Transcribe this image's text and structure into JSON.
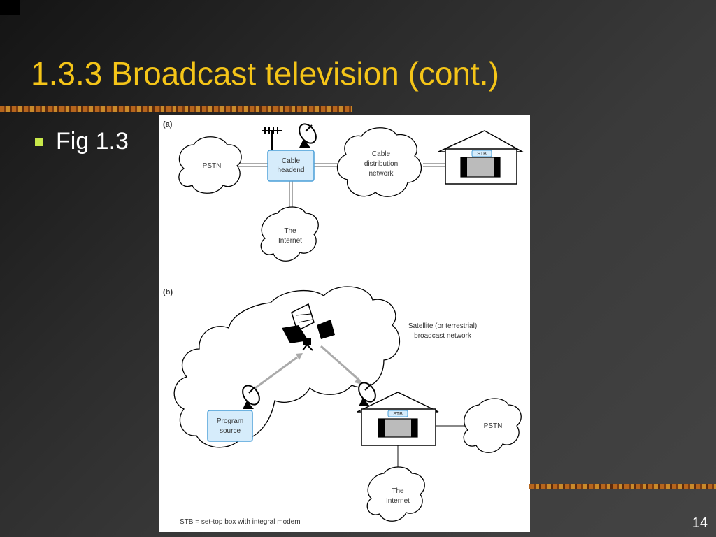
{
  "slide": {
    "title": "1.3.3 Broadcast television (cont.)",
    "bullet": "Fig 1.3",
    "page_number": "14"
  },
  "figure": {
    "part_a": {
      "label": "(a)",
      "pstn": "PSTN",
      "headend_line1": "Cable",
      "headend_line2": "headend",
      "cable_line1": "Cable",
      "cable_line2": "distribution",
      "cable_line3": "network",
      "stb": "STB",
      "internet_line1": "The",
      "internet_line2": "Internet"
    },
    "part_b": {
      "label": "(b)",
      "network_line1": "Satellite (or terrestrial)",
      "network_line2": "broadcast network",
      "program_line1": "Program",
      "program_line2": "source",
      "stb": "STB",
      "pstn": "PSTN",
      "internet_line1": "The",
      "internet_line2": "Internet"
    },
    "caption": "STB = set-top box with integral modem"
  },
  "colors": {
    "title": "#f5c518",
    "bullet_marker": "#c8e84a",
    "box_fill": "#d6ecfb",
    "box_stroke": "#4a9fd8"
  }
}
